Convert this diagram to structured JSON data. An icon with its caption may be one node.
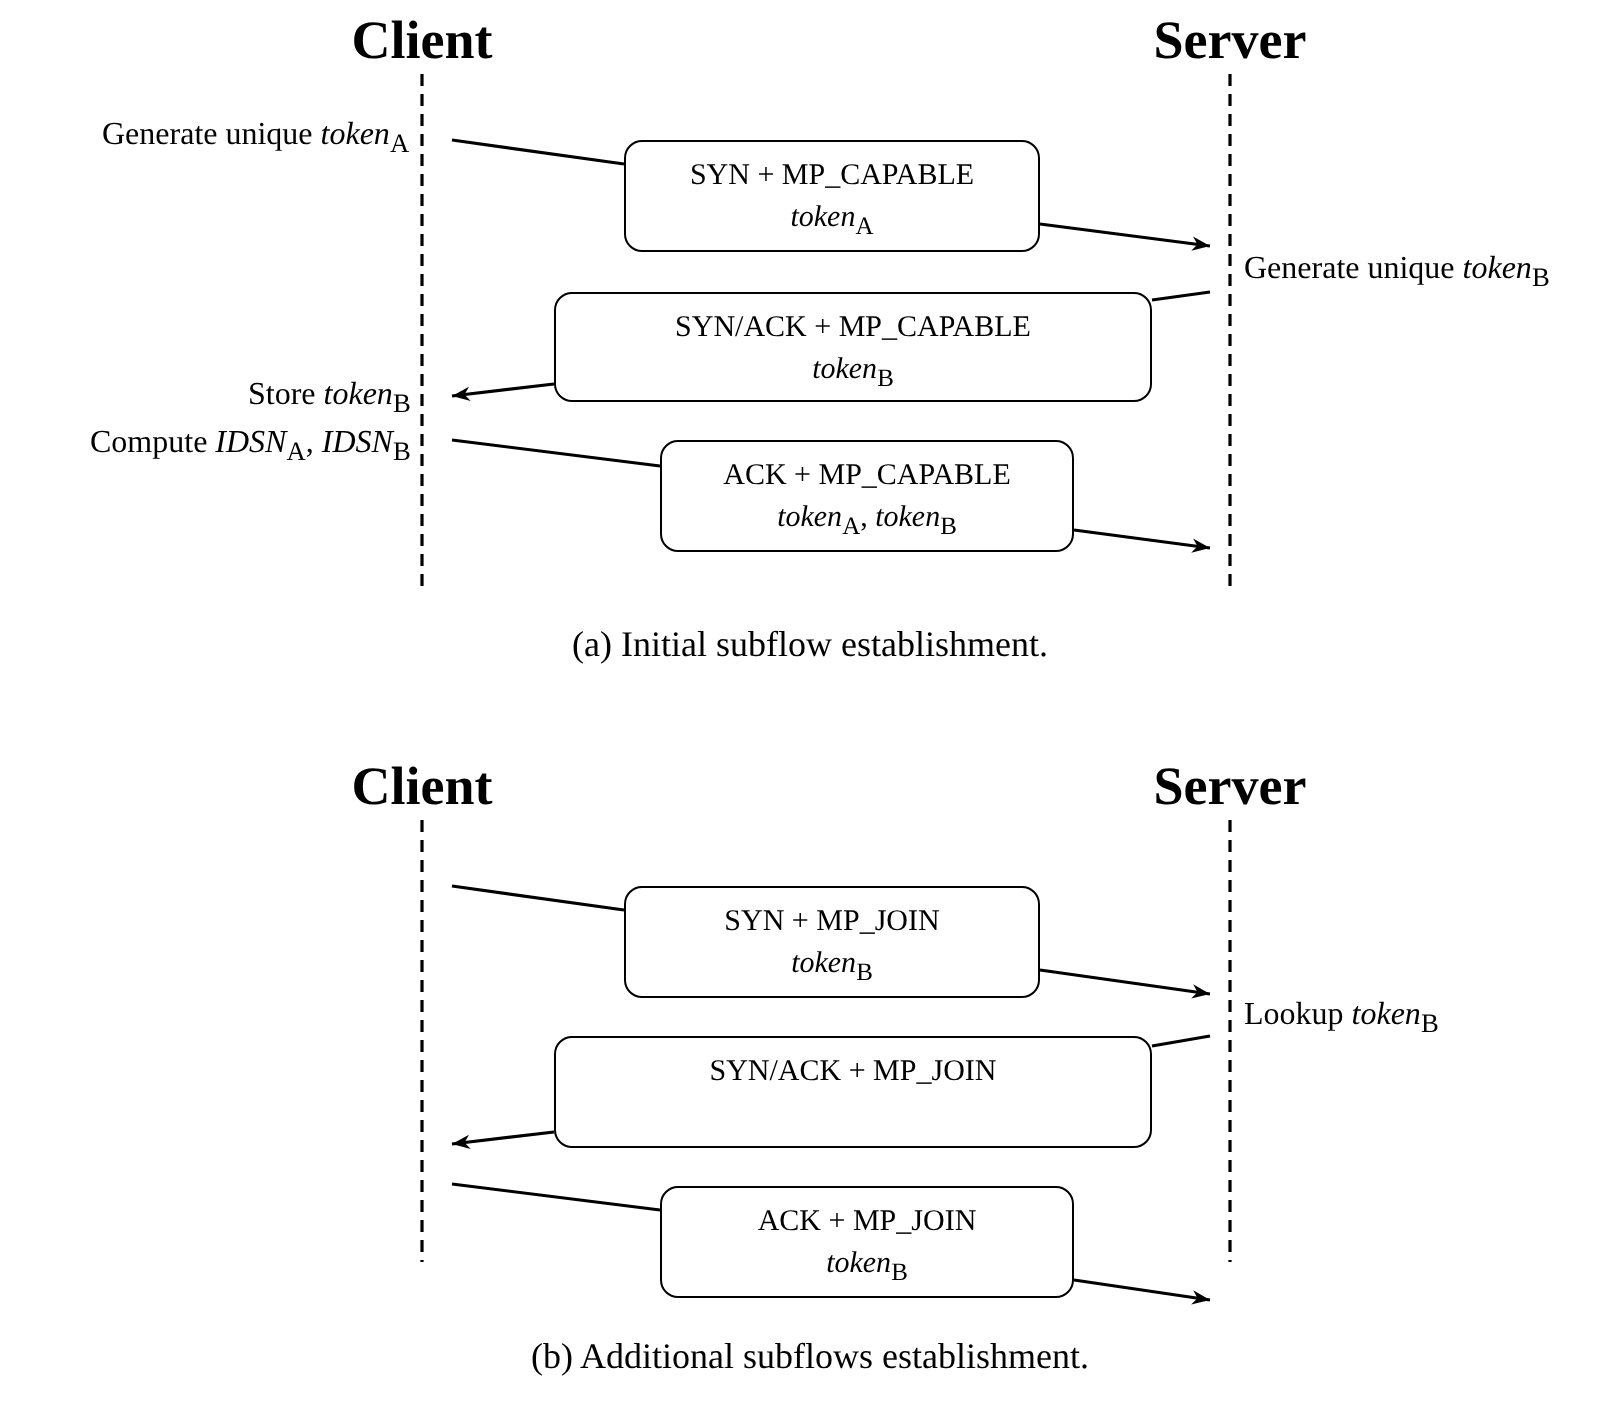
{
  "diagram": {
    "nodes": [
      {
        "text": [
          "Client"
        ]
      },
      {
        "text": [
          "Server"
        ]
      },
      {
        "text": [
          "SYN + MP_CAPABLE",
          "*token*$_{A}$"
        ]
      },
      {
        "text": [
          "SYN/ACK + MP_CAPABLE",
          "*token*$_{B}$"
        ]
      },
      {
        "text": [
          "ACK + MP_CAPABLE",
          "*token*$_{A}$, *token*$_{B}$"
        ]
      },
      {
        "text": [
          "Client"
        ]
      },
      {
        "text": [
          "Server"
        ]
      },
      {
        "text": [
          "SYN + MP_JOIN",
          "*token*$_{B}$"
        ]
      },
      {
        "text": [
          "SYN/ACK + MP_JOIN"
        ]
      },
      {
        "text": [
          "ACK + MP_JOIN",
          "*token*$_{B}$"
        ]
      }
    ],
    "edges": [
      {
        "from": 0,
        "to": 2,
        "arrow": "none"
      },
      {
        "from": 2,
        "to": 1,
        "arrow": "to"
      },
      {
        "from": 1,
        "to": 3,
        "arrow": "none"
      },
      {
        "from": 3,
        "to": 0,
        "arrow": "to"
      },
      {
        "from": 0,
        "to": 4,
        "arrow": "none"
      },
      {
        "from": 4,
        "to": 1,
        "arrow": "to"
      },
      {
        "from": 5,
        "to": 7,
        "arrow": "none"
      },
      {
        "from": 7,
        "to": 6,
        "arrow": "to"
      },
      {
        "from": 6,
        "to": 8,
        "arrow": "none"
      },
      {
        "from": 8,
        "to": 5,
        "arrow": "to"
      },
      {
        "from": 5,
        "to": 9,
        "arrow": "none"
      },
      {
        "from": 9,
        "to": 6,
        "arrow": "to"
      }
    ],
    "labels": [
      "Generate unique *token*$_{A}$",
      "Generate unique *token*$_{B}$",
      "Store *token*$_{B}$",
      "Compute *IDSN*$_{A}$, *IDSN*$_{B}$",
      "(a)  Initial subflow establishment.",
      "Lookup *token*$_{B}$",
      "(b)  Additional subflows establishment."
    ]
  }
}
